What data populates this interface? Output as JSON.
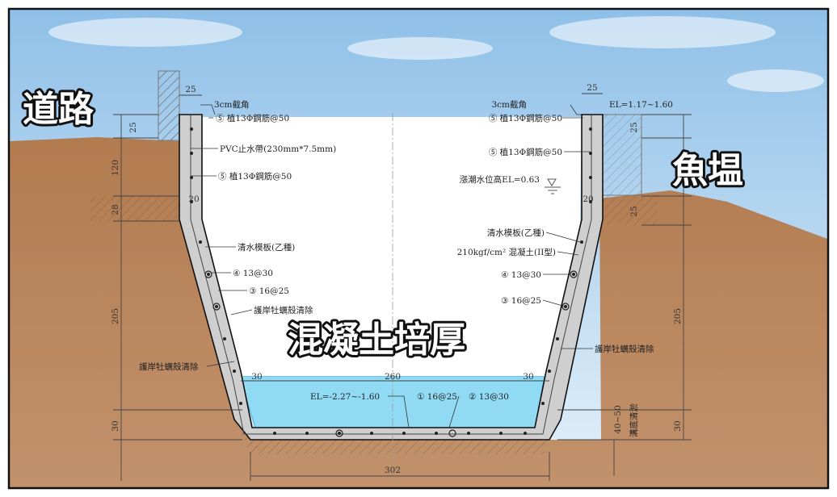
{
  "labels": {
    "road": "道路",
    "fish_pond": "魚塭",
    "concrete": "混凝土培厚"
  },
  "annotations": {
    "chamfer_left": "3cm截角",
    "chamfer_right": "3cm截角",
    "rebar_left_top": "⑤ 植13Φ鋼筋@50",
    "waterstop": "PVC止水帶(230mm*7.5mm)",
    "rebar_left_mid": "⑤ 植13Φ鋼筋@50",
    "rebar_right_top": "⑤ 植13Φ鋼筋@50",
    "rebar_right_mid": "⑤ 植13Φ鋼筋@50",
    "el_top_right": "EL=1.17~1.60",
    "tide_level": "漲潮水位高EL=0.63",
    "formwork_left": "清水模板(乙種)",
    "formwork_right": "清水模板(乙種)",
    "concrete_spec": "210kgf/cm² 混凝土(II型)",
    "bar4_left": "④ 13@30",
    "bar3_left": "③ 16@25",
    "bar4_right": "④ 13@30",
    "bar3_right": "③ 16@25",
    "clean_left_inner": "護岸牡蠣殼清除",
    "clean_left_outer": "護岸牡蠣殼清除",
    "clean_right": "護岸牡蠣殼清除",
    "el_bottom": "EL=-2.27~-1.60",
    "bar1": "① 16@25",
    "bar2": "② 13@30",
    "dredge": "溝底清淤"
  },
  "dimensions": {
    "top_left": "25",
    "top_right": "25",
    "left_25": "25",
    "left_120": "120",
    "left_28": "28",
    "left_205": "205",
    "left_30": "30",
    "wall_left_20": "20",
    "wall_right_20": "20",
    "right_25a": "25",
    "right_25b": "25",
    "right_205": "205",
    "right_30": "30",
    "bottom_30_left": "30",
    "bottom_260": "260",
    "bottom_30_right": "30",
    "bottom_302": "302",
    "dredge_depth": "40~50"
  },
  "colors": {
    "sky_top": "#9cc8ea",
    "soil": "#b07a52",
    "water": "#7fd4f0",
    "concrete": "#c8c8c8",
    "frame": "#111111"
  }
}
